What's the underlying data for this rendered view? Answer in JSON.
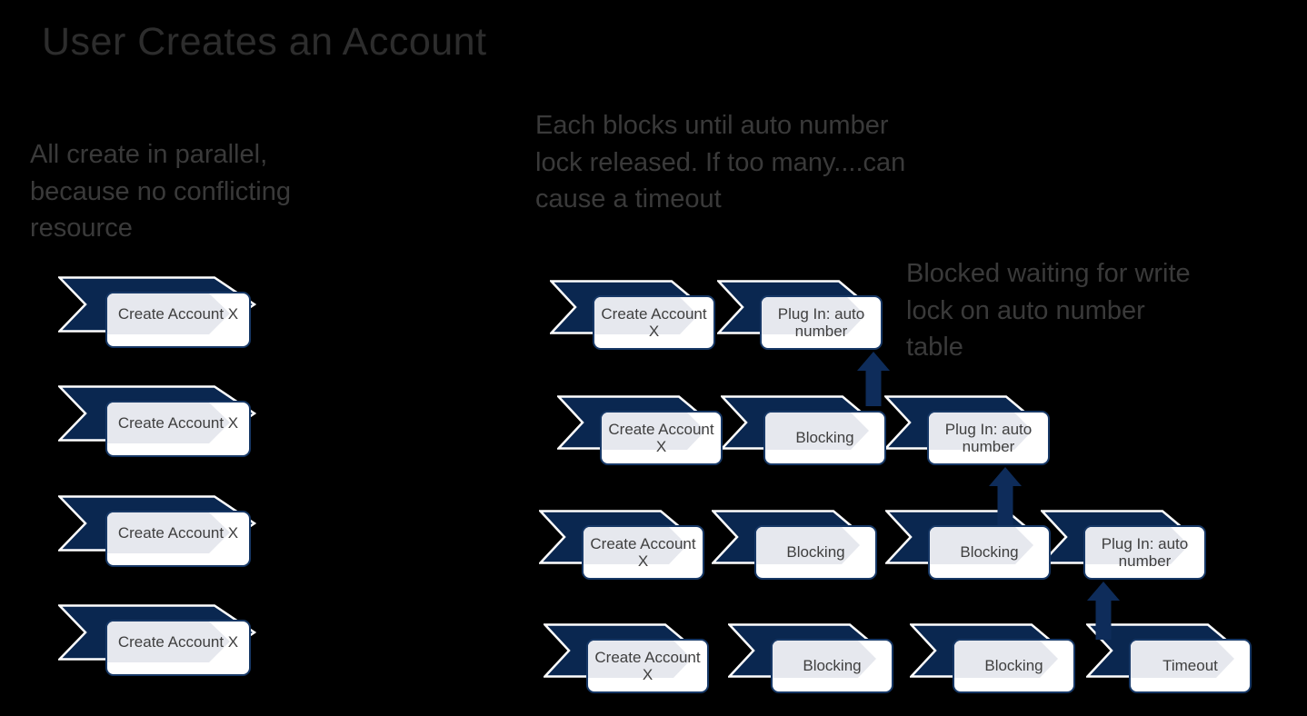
{
  "slide": {
    "title": "User Creates an Account",
    "background_color": "#000000"
  },
  "colors": {
    "chevron_navy": "#0a2750",
    "chevron_outline": "#ffffff",
    "box_fill": "#ffffff",
    "box_border": "#173866",
    "box_inner_chevron": "#e6e8ee",
    "box_text": "#3f3f3f",
    "title_text": "#2d2d2d",
    "note_text": "#3a3a3a",
    "arrow_navy": "#0e2c5a"
  },
  "notes": {
    "left": "All create in parallel,\nbecause no conflicting\nresource",
    "middle": "Each blocks until auto number\nlock released. If too many....can\ncause a timeout",
    "right": "Blocked waiting for write\nlock on auto number\ntable"
  },
  "left_column": {
    "items": [
      {
        "label": "Create Account X"
      },
      {
        "label": "Create Account X"
      },
      {
        "label": "Create Account X"
      },
      {
        "label": "Create Account X"
      }
    ]
  },
  "right_grid": {
    "rows": [
      {
        "items": [
          {
            "label": "Create Account X"
          },
          {
            "label": "Plug In: auto number"
          }
        ]
      },
      {
        "items": [
          {
            "label": "Create Account X"
          },
          {
            "label": "Blocking"
          },
          {
            "label": "Plug In: auto number"
          }
        ]
      },
      {
        "items": [
          {
            "label": "Create Account X"
          },
          {
            "label": "Blocking"
          },
          {
            "label": "Blocking"
          },
          {
            "label": "Plug In: auto number"
          }
        ]
      },
      {
        "items": [
          {
            "label": "Create Account X"
          },
          {
            "label": "Blocking"
          },
          {
            "label": "Blocking"
          },
          {
            "label": "Timeout"
          }
        ]
      }
    ]
  },
  "arrows": [
    {
      "name": "up-arrow-row2-to-row1"
    },
    {
      "name": "up-arrow-row3-to-row2"
    },
    {
      "name": "up-arrow-row4-to-row3"
    }
  ]
}
